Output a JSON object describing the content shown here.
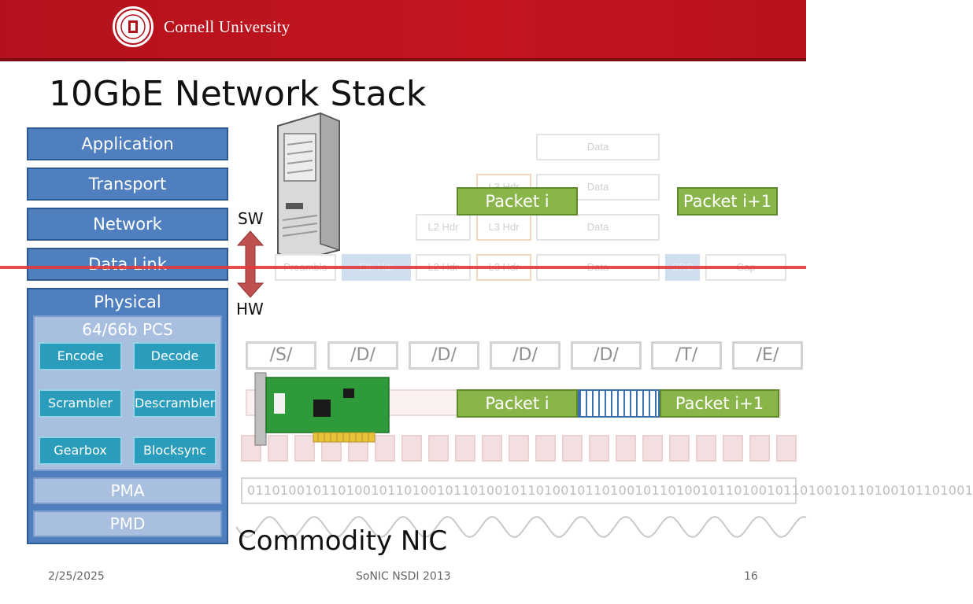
{
  "header": {
    "university": "Cornell University"
  },
  "slide": {
    "title": "10GbE Network Stack"
  },
  "stack": {
    "layers": [
      "Application",
      "Transport",
      "Network",
      "Data Link"
    ],
    "physical": "Physical",
    "pcs": "64/66b PCS",
    "pcs_blocks": [
      "Encode",
      "Decode",
      "Scrambler",
      "Descrambler",
      "Gearbox",
      "Blocksync"
    ],
    "pma": "PMA",
    "pmd": "PMD"
  },
  "labels": {
    "sw": "SW",
    "hw": "HW",
    "nic": "Commodity NIC"
  },
  "headers": {
    "data": "Data",
    "l2": "L2 Hdr",
    "l3": "L3 Hdr",
    "preamble": "Preamble",
    "eth": "Eth Hdr",
    "crc": "CRC",
    "gap": "Gap"
  },
  "packets": {
    "a": "Packet i",
    "b": "Packet i+1"
  },
  "codes": [
    "/S/",
    "/D/",
    "/D/",
    "/D/",
    "/D/",
    "/T/",
    "/E/"
  ],
  "bitstream": "0110100101101001011010010110100101101001011010010110100101101001011010010110100101101001",
  "footer": {
    "date": "2/25/2025",
    "center": "SoNIC NSDI 2013",
    "page": "16"
  },
  "colors": {
    "banner": "#b3121c",
    "layer": "#4f7fbf",
    "block": "#2a9dbd",
    "packet": "#8ab54b",
    "cursor": "#e23a3a"
  }
}
